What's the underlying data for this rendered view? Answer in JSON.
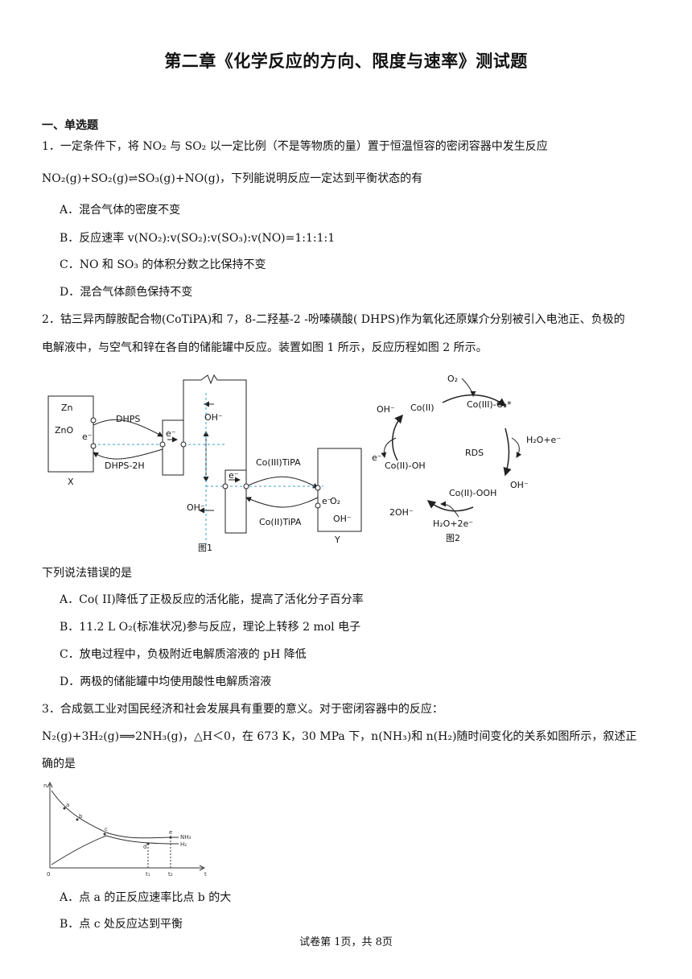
{
  "title": "第二章《化学反应的方向、限度与速率》测试题",
  "section": "一、单选题",
  "q1": {
    "stem_line1": "1．一定条件下，将 NO₂ 与 SO₂ 以一定比例（不是等物质的量）置于恒温恒容的密闭容器中发生反应",
    "stem_line2": "NO₂(g)+SO₂(g)⇌SO₃(g)+NO(g)，下列能说明反应一定达到平衡状态的有",
    "options": [
      "A．混合气体的密度不变",
      "B．反应速率 v(NO₂):v(SO₂):v(SO₃):v(NO)=1:1:1:1",
      "C．NO 和 SO₃ 的体积分数之比保持不变",
      "D．混合气体颜色保持不变"
    ]
  },
  "q2": {
    "stem_line1": "2．钴三异丙醇胺配合物(CoTiPA)和 7，8-二羟基-2 -吩嗪磺酸( DHPS)作为氧化还原媒介分别被引入电池正、负极的",
    "stem_line2": "电解液中，与空气和锌在各自的储能罐中反应。装置如图 1 所示，反应历程如图 2 所示。",
    "fig1": {
      "zn": "Zn",
      "zno": "ZnO",
      "e": "e⁻",
      "dhps": "DHPS",
      "dhps2h": "DHPS-2H",
      "oh": "OH⁻",
      "co3": "Co(III)TiPA",
      "co2": "Co(II)TiPA",
      "o2": "O₂",
      "x": "X",
      "y": "Y",
      "caption": "图1"
    },
    "fig2": {
      "o2": "O₂",
      "oh": "OH⁻",
      "coii": "Co(II)",
      "coiiio2": "Co(III)-O₂*",
      "h2oe": "H₂O+e⁻",
      "rds": "RDS",
      "e": "e⁻",
      "coiioh": "Co(II)-OH",
      "coiiooh": "Co(II)-OOH",
      "twooh": "2OH⁻",
      "h2o2e": "H₂O+2e⁻",
      "caption": "图2"
    },
    "question": "下列说法错误的是",
    "options": [
      "A．Co( II)降低了正极反应的活化能，提高了活化分子百分率",
      "B．11.2 L O₂(标准状况)参与反应，理论上转移 2 mol 电子",
      "C．放电过程中，负极附近电解质溶液的 pH 降低",
      "D．两极的储能罐中均使用酸性电解质溶液"
    ]
  },
  "q3": {
    "stem_line1": "3．合成氨工业对国民经济和社会发展具有重要的意义。对于密闭容器中的反应：",
    "stem_line2": "N₂(g)+3H₂(g)⟹2NH₃(g)，△H＜0，在 673 K，30 MPa 下，n(NH₃)和 n(H₂)随时间变化的关系如图所示，叙述正",
    "stem_line3": "确的是",
    "graph": {
      "n": "n",
      "t": "t",
      "o": "0",
      "a": "a",
      "b": "b",
      "c": "c",
      "d": "d",
      "e": "e",
      "nh3": "NH₃",
      "h2": "H₂",
      "t1": "t₁",
      "t2": "t₂"
    },
    "options": [
      "A．点 a 的正反应速率比点 b 的大",
      "B．点 c 处反应达到平衡"
    ]
  },
  "footer": "试卷第 1页，共 8页"
}
